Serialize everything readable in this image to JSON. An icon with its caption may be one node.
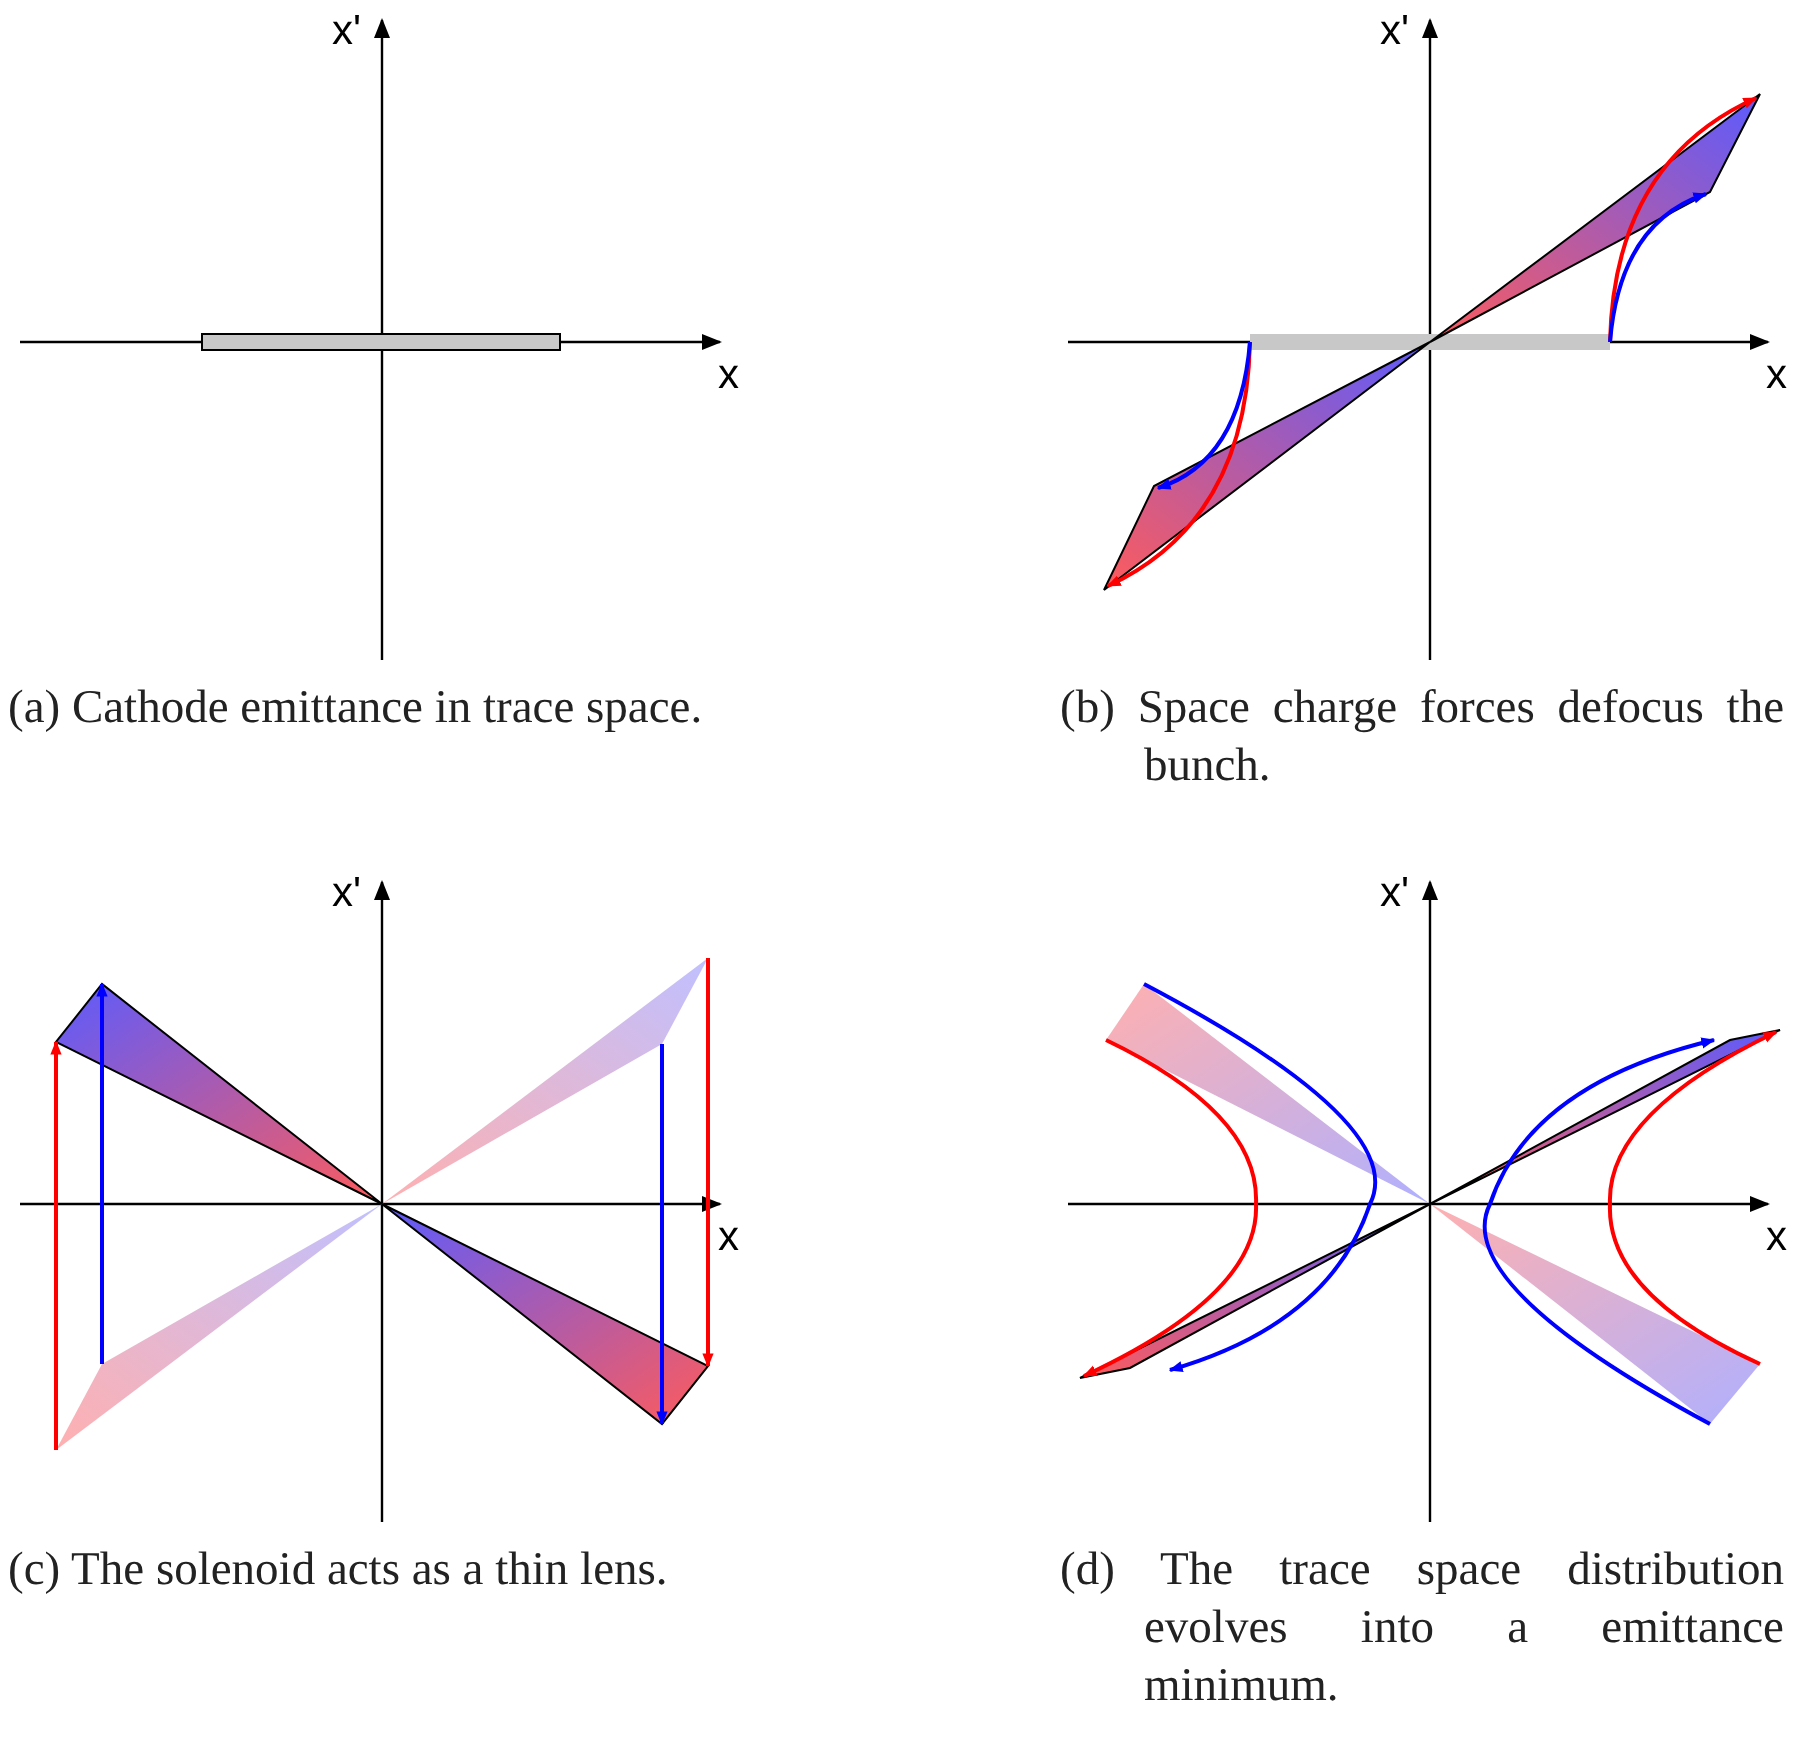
{
  "diagram": {
    "labels": [
      "x'",
      "x",
      "(a) Cathode emittance in trace space.",
      "x'",
      "x",
      "(b) Space charge forces defocus the bunch.",
      "x'",
      "x",
      "(c) The solenoid acts as a thin lens.",
      "x'",
      "x",
      "(d) The trace space distribution evolves into a emittance minimum."
    ]
  }
}
